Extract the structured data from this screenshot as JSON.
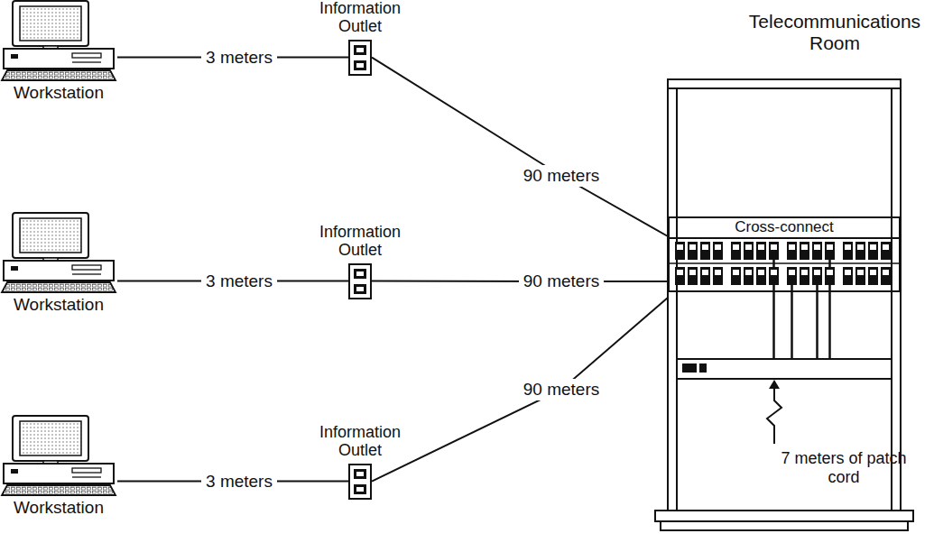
{
  "diagram": {
    "nodes": [
      {
        "text": [
          "Workstation"
        ]
      },
      {
        "text": [
          "Information Outlet"
        ]
      },
      {
        "text": [
          "Workstation"
        ]
      },
      {
        "text": [
          "Information Outlet"
        ]
      },
      {
        "text": [
          "Workstation"
        ]
      },
      {
        "text": [
          "Information Outlet"
        ]
      },
      {
        "text": [
          "Telecommunications Room"
        ]
      },
      {
        "text": [
          "Cross-connect"
        ],
        "in": 6
      }
    ],
    "edges": [
      {
        "from": 0,
        "to": 1,
        "arrow": "none",
        "label": "3 meters"
      },
      {
        "from": 1,
        "to": 7,
        "arrow": "none",
        "label": "90 meters"
      },
      {
        "from": 2,
        "to": 3,
        "arrow": "none",
        "label": "3 meters"
      },
      {
        "from": 3,
        "to": 7,
        "arrow": "none",
        "label": "90 meters"
      },
      {
        "from": 4,
        "to": 5,
        "arrow": "none",
        "label": "3 meters"
      },
      {
        "from": 5,
        "to": 7,
        "arrow": "none",
        "label": "90 meters"
      }
    ],
    "labels": [
      "7 meters of patch cord"
    ]
  }
}
